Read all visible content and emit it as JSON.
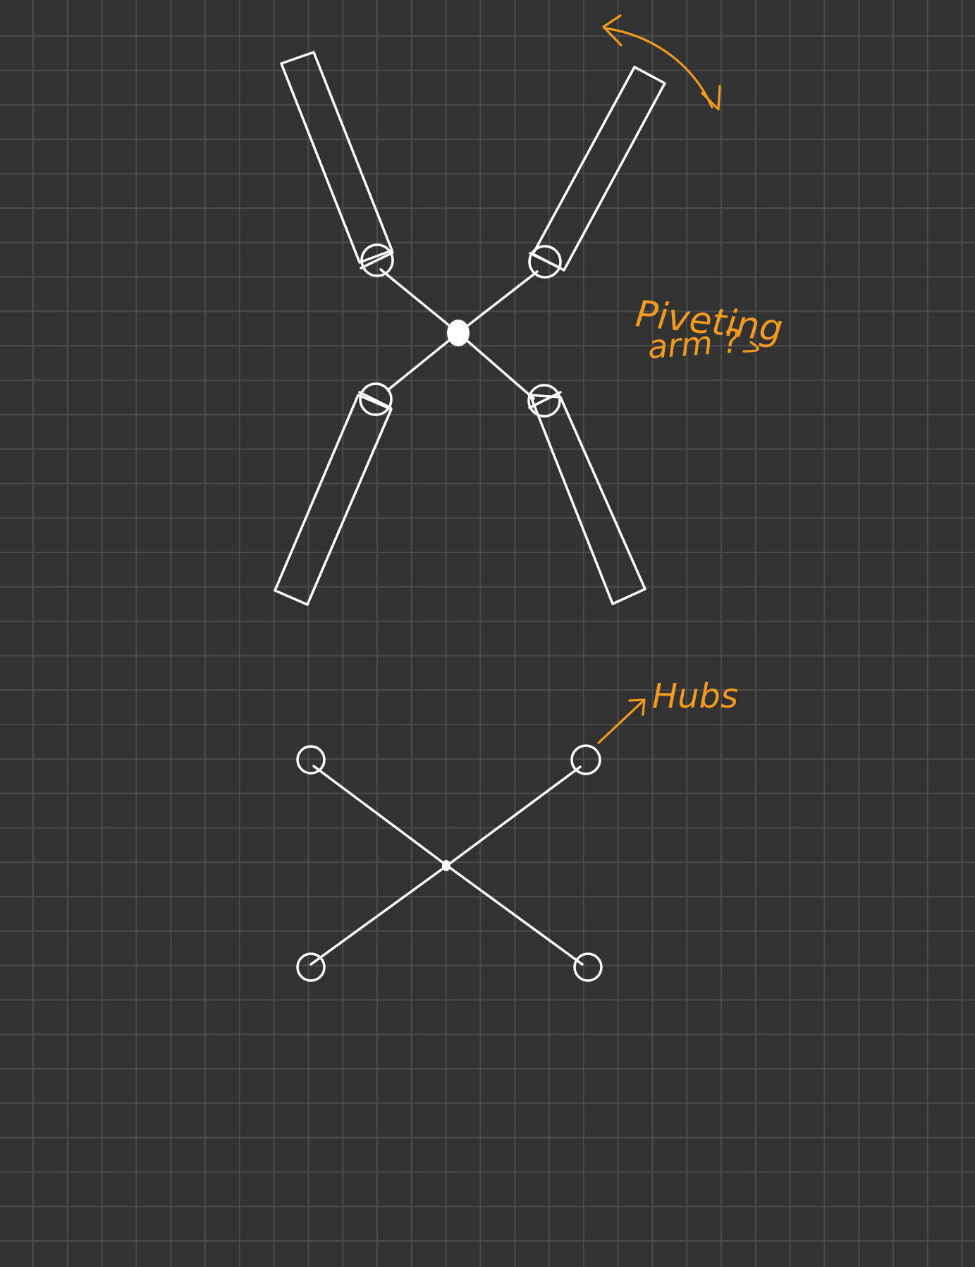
{
  "annotations": {
    "pivot_label_line1": "Piveting",
    "pivot_label_line2": "arm ?",
    "hubs_label": "Hubs"
  },
  "colors": {
    "background": "#323232",
    "grid": "#4c4c4c",
    "drawing": "#ffffff",
    "annotation": "#f29a1e"
  },
  "icons": {
    "rotation": "double-headed-curved-arrow-icon",
    "pointer": "arrow-icon"
  }
}
